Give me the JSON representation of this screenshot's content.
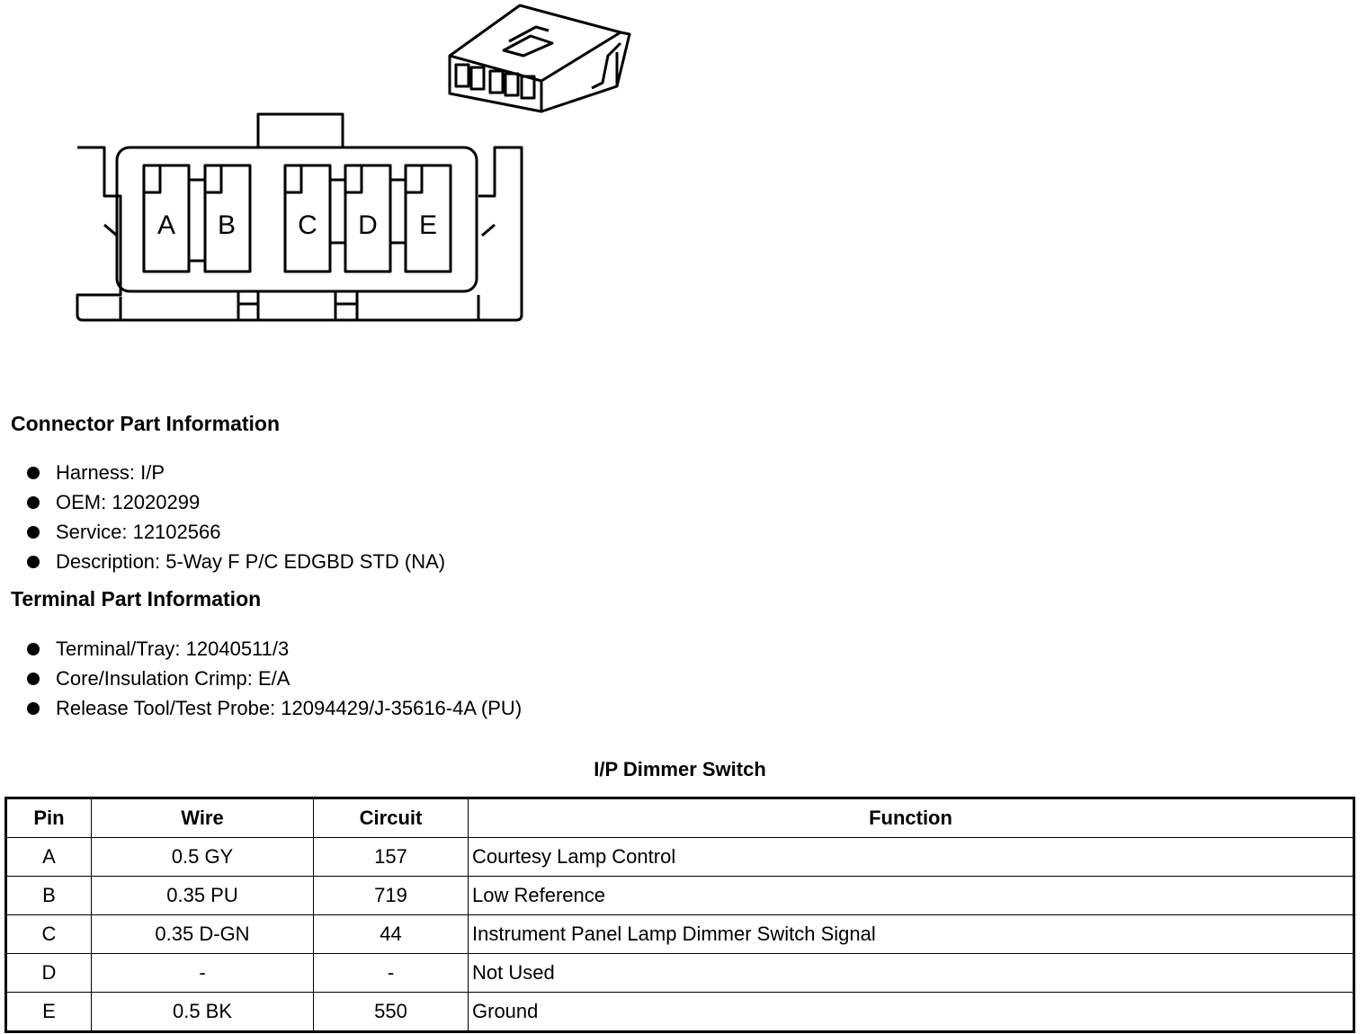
{
  "connector": {
    "pin_labels": [
      "A",
      "B",
      "C",
      "D",
      "E"
    ]
  },
  "connector_info": {
    "title": "Connector Part Information",
    "items": [
      "Harness: I/P",
      "OEM: 12020299",
      "Service: 12102566",
      "Description: 5-Way F P/C EDGBD STD (NA)"
    ]
  },
  "terminal_info": {
    "title": "Terminal Part Information",
    "items": [
      "Terminal/Tray: 12040511/3",
      "Core/Insulation Crimp: E/A",
      "Release Tool/Test Probe: 12094429/J-35616-4A (PU)"
    ]
  },
  "table": {
    "title": "I/P Dimmer Switch",
    "headers": [
      "Pin",
      "Wire",
      "Circuit",
      "Function"
    ],
    "rows": [
      [
        "A",
        "0.5 GY",
        "157",
        "Courtesy Lamp Control"
      ],
      [
        "B",
        "0.35 PU",
        "719",
        "Low Reference"
      ],
      [
        "C",
        "0.35 D-GN",
        "44",
        "Instrument Panel Lamp Dimmer Switch Signal"
      ],
      [
        "D",
        "-",
        "-",
        "Not Used"
      ],
      [
        "E",
        "0.5 BK",
        "550",
        "Ground"
      ]
    ]
  }
}
